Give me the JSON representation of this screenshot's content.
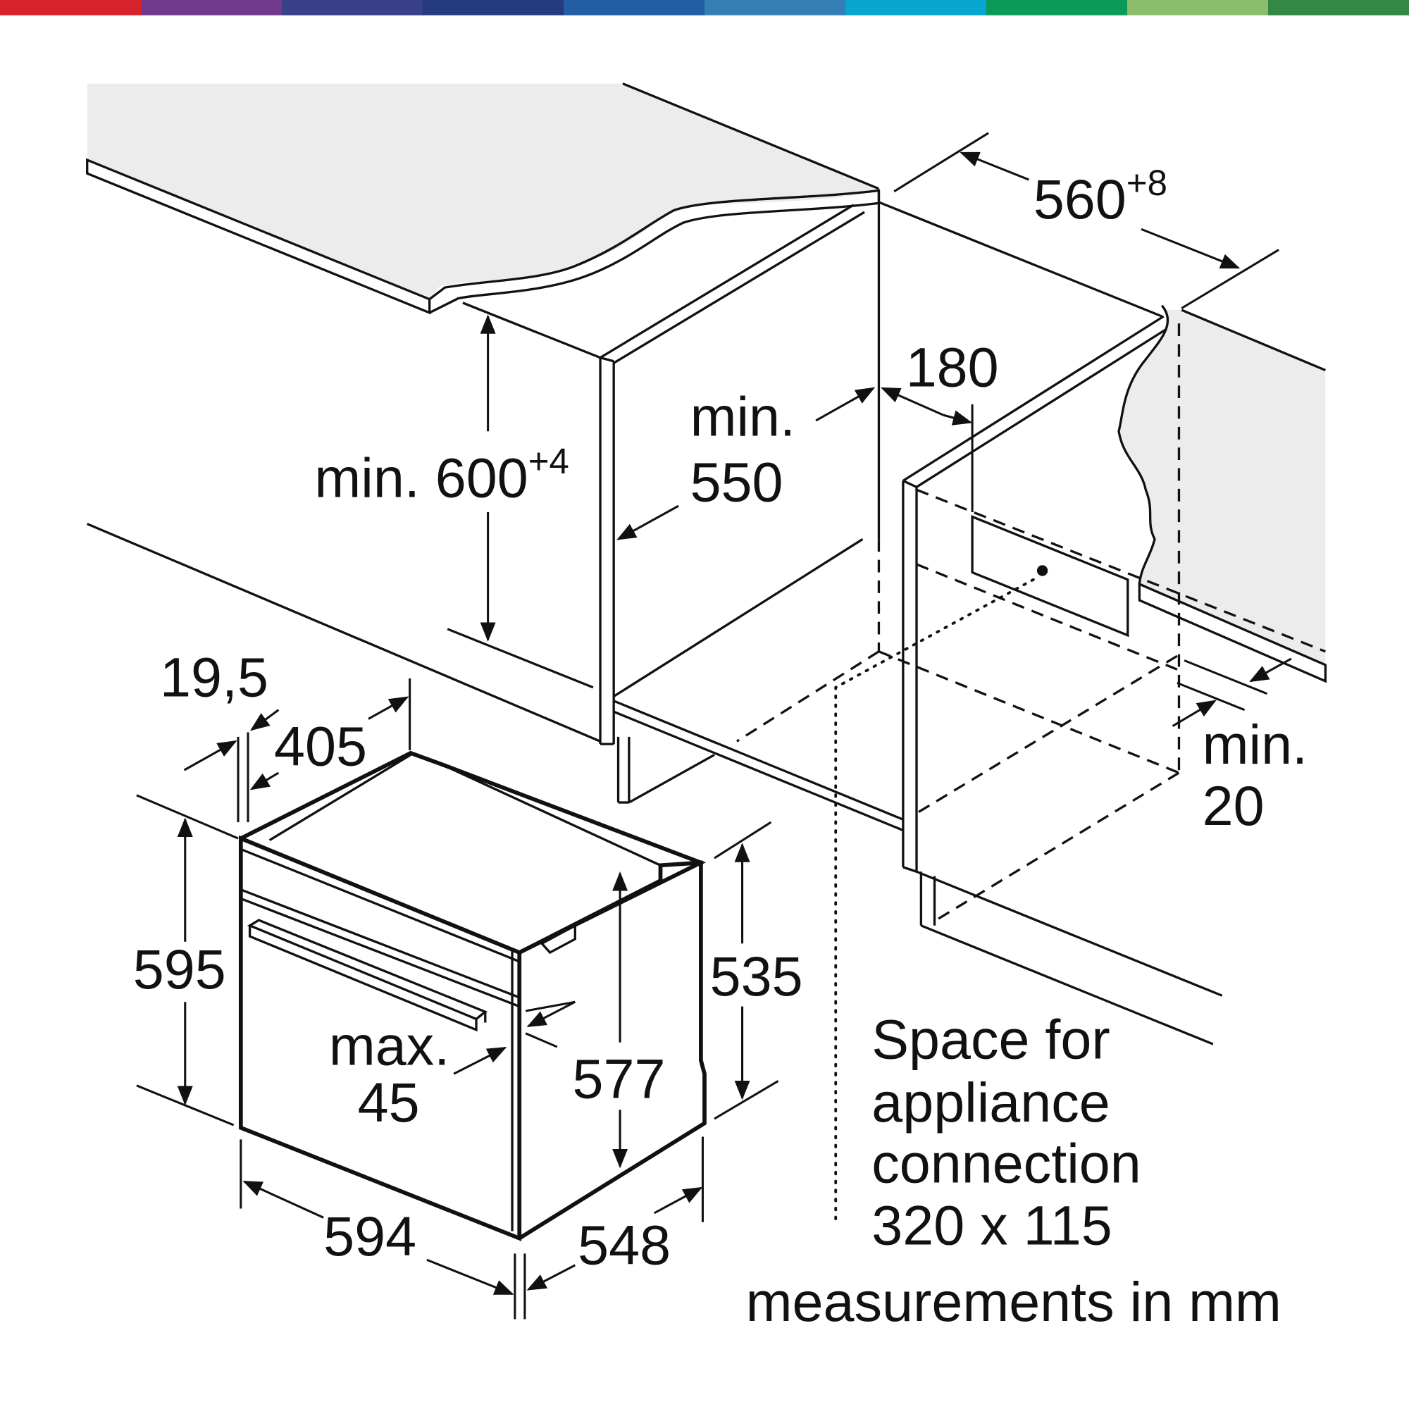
{
  "color_bar": [
    "#d7222a",
    "#723a8c",
    "#39418b",
    "#253b7e",
    "#225ea3",
    "#337fb5",
    "#06a6cf",
    "#0c9a58",
    "#8bbd6d",
    "#328844"
  ],
  "dimensions": {
    "cutout_width": "560",
    "cutout_width_tol": "+8",
    "socket_offset": "180",
    "min_depth_label": "min.",
    "min_depth_value": "550",
    "min_height_label": "min. 600",
    "min_height_tol": "+4",
    "panel_thickness": "19,5",
    "fascia_depth": "405",
    "oven_height": "595",
    "oven_side_height": "535",
    "oven_body_height": "577",
    "max_label": "max.",
    "max_value": "45",
    "oven_width": "594",
    "oven_depth": "548",
    "min_gap_label": "min.",
    "min_gap_value": "20"
  },
  "connection_note": [
    "Space for",
    "appliance",
    "connection",
    "320 x 115"
  ],
  "units_note": "measurements in mm"
}
